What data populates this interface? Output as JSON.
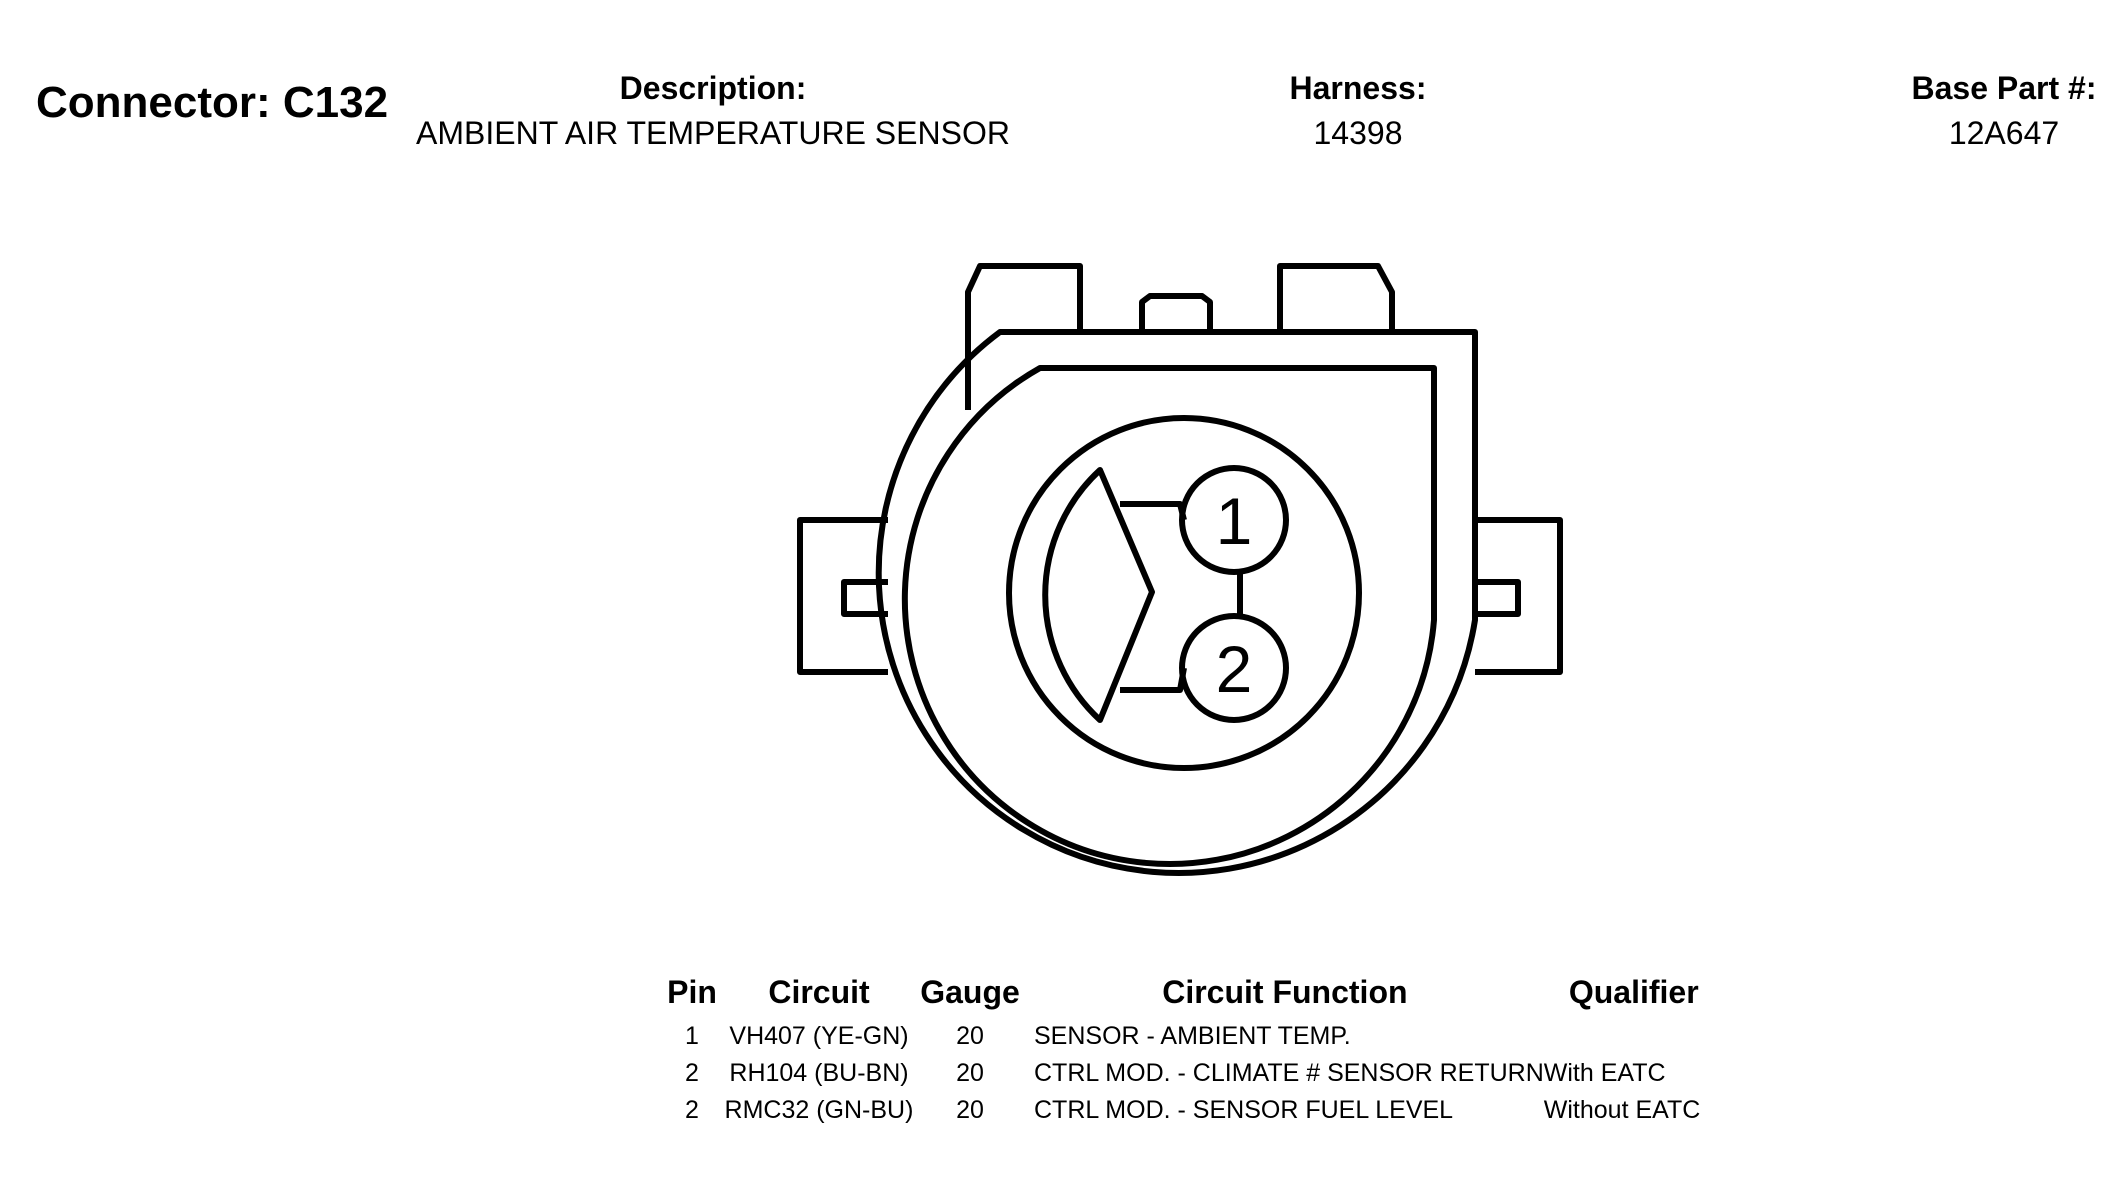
{
  "header": {
    "connector_title": "Connector: C132",
    "description_label": "Description:",
    "description_value": "AMBIENT AIR TEMPERATURE SENSOR",
    "harness_label": "Harness:",
    "harness_value": "14398",
    "base_part_label": "Base Part #:",
    "base_part_value": "12A647"
  },
  "diagram": {
    "pin_labels": [
      "1",
      "2"
    ]
  },
  "table": {
    "headers": {
      "pin": "Pin",
      "circuit": "Circuit",
      "gauge": "Gauge",
      "function": "Circuit Function",
      "qualifier": "Qualifier"
    },
    "rows": [
      {
        "pin": "1",
        "circuit": "VH407 (YE-GN)",
        "gauge": "20",
        "function": "SENSOR - AMBIENT TEMP.",
        "qualifier": ""
      },
      {
        "pin": "2",
        "circuit": "RH104 (BU-BN)",
        "gauge": "20",
        "function": "CTRL MOD. - CLIMATE # SENSOR RETURN",
        "qualifier": "With EATC"
      },
      {
        "pin": "2",
        "circuit": "RMC32 (GN-BU)",
        "gauge": "20",
        "function": "CTRL MOD. - SENSOR FUEL LEVEL",
        "qualifier": "Without EATC"
      }
    ]
  }
}
